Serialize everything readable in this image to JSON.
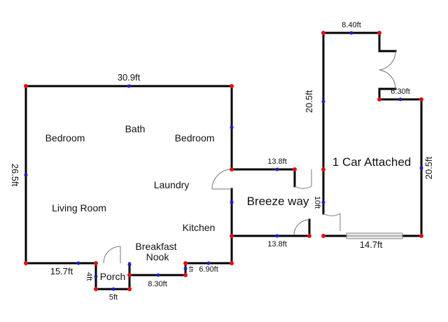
{
  "rooms": {
    "bedroom_left": "Bedroom",
    "bath": "Bath",
    "bedroom_right": "Bedroom",
    "laundry": "Laundry",
    "living_room": "Living Room",
    "kitchen": "Kitchen",
    "breakfast_line1": "Breakfast",
    "breakfast_line2": "Nook",
    "porch": "Porch",
    "breezeway": "Breeze way",
    "garage": "1 Car Attached"
  },
  "dimensions": {
    "house_top": "30.9ft",
    "house_left": "26.5ft",
    "house_bottom_left": "15.7ft",
    "porch_side": "4ft",
    "porch_bottom": "5ft",
    "nook_bottom": "8.30ft",
    "nook_step": "4ft",
    "kitchen_bottom": "6.90ft",
    "breezeway_top": "13.8ft",
    "breezeway_bottom": "13.8ft",
    "breezeway_side": "10ft",
    "garage_top": "8.40ft",
    "garage_notch": "6.30ft",
    "garage_left": "20.5ft",
    "garage_right": "20.5ft",
    "garage_bottom": "14.7ft"
  }
}
